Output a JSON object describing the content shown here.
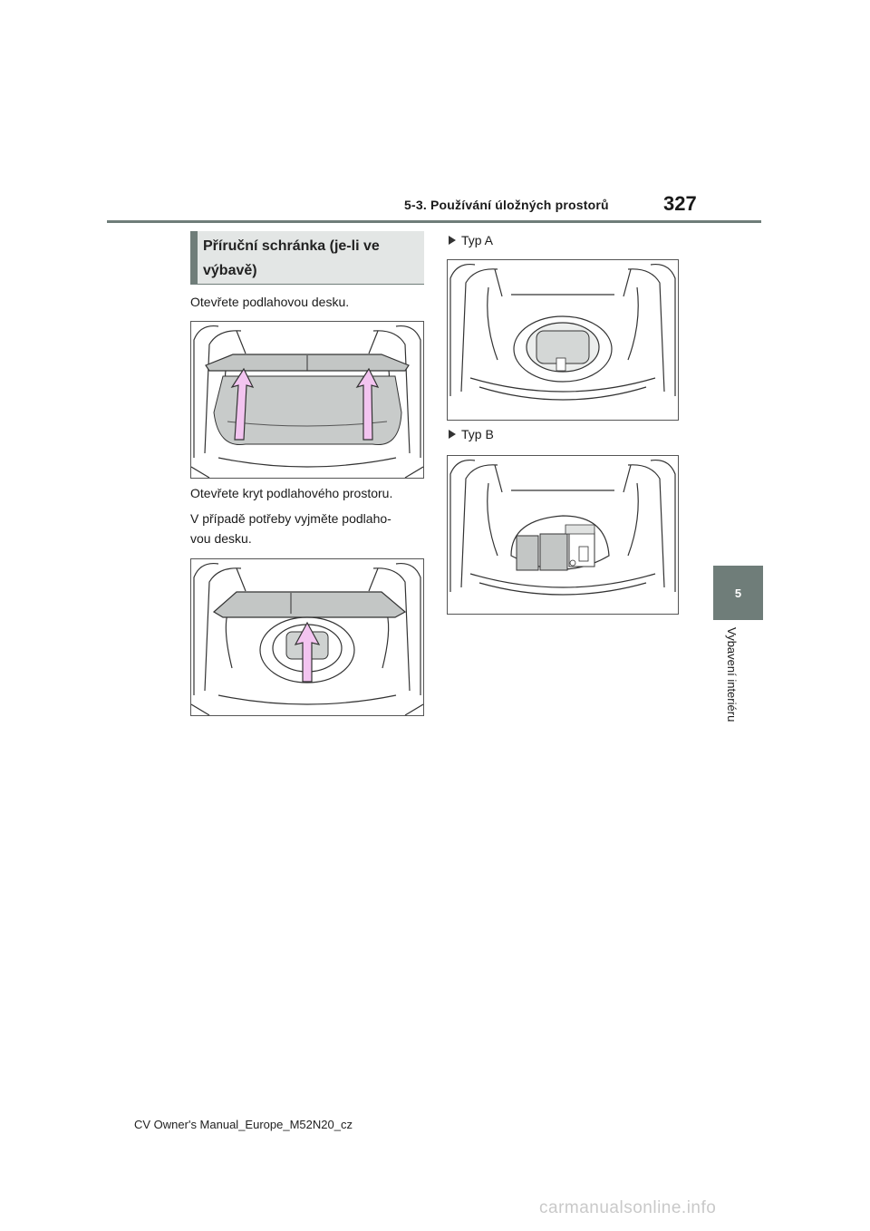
{
  "header": {
    "section": "5-3. Používání úložných prostorů",
    "page_number": "327"
  },
  "chapter": {
    "number": "5",
    "title": "Vybavení interiéru"
  },
  "section_title": "Příruční schránka (je-li ve výbavě)",
  "section_title_lines": [
    "Příruční schránka (je-li ve",
    "výbavě)"
  ],
  "paragraphs": {
    "p1": "Otevřete podlahovou desku.",
    "p2": "Otevřete kryt podlahového prostoru.",
    "p3": "V případě potřeby vyjměte podlaho-vou desku.",
    "p3_lines": [
      "V případě potřeby vyjměte podlaho-",
      "vou desku."
    ]
  },
  "types": {
    "a": "Typ A",
    "b": "Typ B"
  },
  "footer": "CV Owner's Manual_Europe_M52N20_cz",
  "watermark": "carmanualsonline.info",
  "colors": {
    "accent": "#6f7d79",
    "title_bg": "#e3e6e5",
    "arrow_fill": "#f3c4f0"
  }
}
